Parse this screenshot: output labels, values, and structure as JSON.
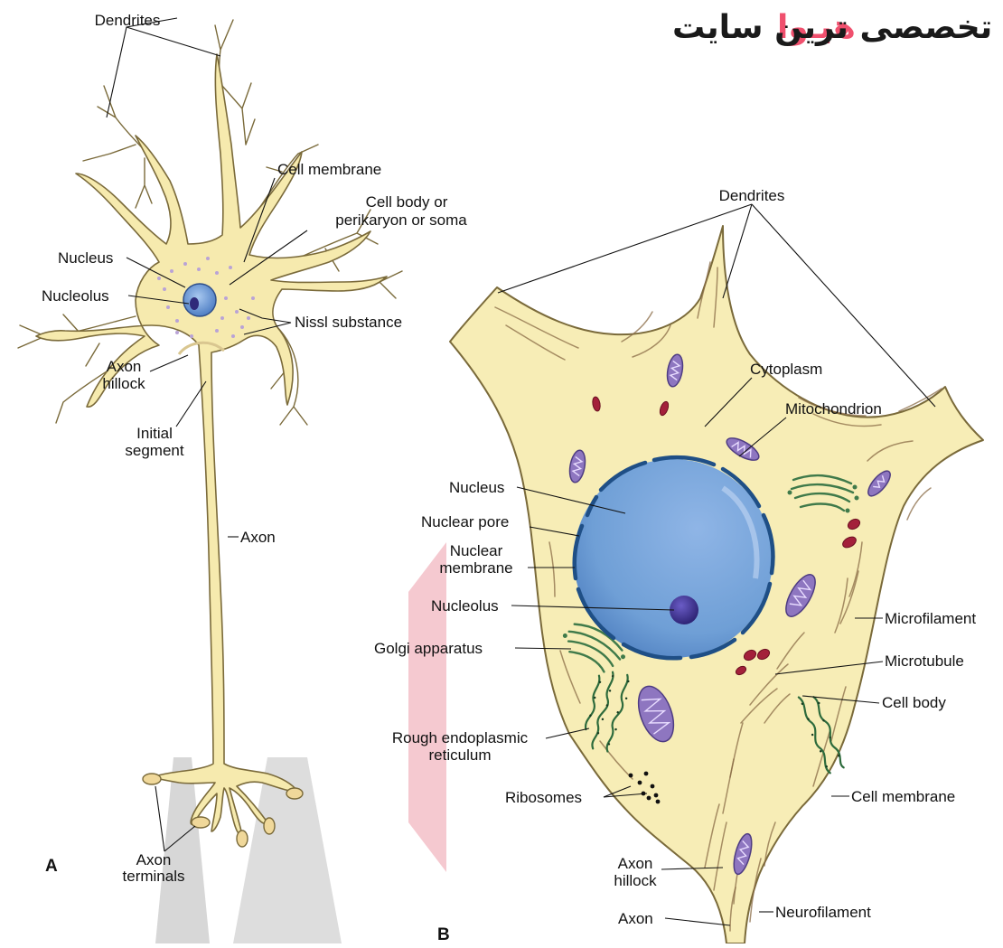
{
  "watermark": {
    "brand_word": "هیـوا",
    "tagline": "تخصصی ترین سایت",
    "brand_color": "#f0506e"
  },
  "panel_a": {
    "letter": "A",
    "labels": {
      "dendrites": "Dendrites",
      "cell_membrane": "Cell membrane",
      "cell_body_line1": "Cell body or",
      "cell_body_line2": "perikaryon or soma",
      "nucleus": "Nucleus",
      "nucleolus": "Nucleolus",
      "nissl": "Nissl substance",
      "axon_hillock_line1": "Axon",
      "axon_hillock_line2": "hillock",
      "initial_segment_line1": "Initial",
      "initial_segment_line2": "segment",
      "axon": "Axon",
      "axon_terminals_line1": "Axon",
      "axon_terminals_line2": "terminals"
    }
  },
  "panel_b": {
    "letter": "B",
    "labels": {
      "dendrites": "Dendrites",
      "cytoplasm": "Cytoplasm",
      "mitochondrion": "Mitochondrion",
      "nucleus": "Nucleus",
      "nuclear_pore": "Nuclear pore",
      "nuclear_membrane_line1": "Nuclear",
      "nuclear_membrane_line2": "membrane",
      "nucleolus": "Nucleolus",
      "golgi": "Golgi apparatus",
      "rer_line1": "Rough endoplasmic",
      "rer_line2": "reticulum",
      "ribosomes": "Ribosomes",
      "microfilament": "Microfilament",
      "microtubule": "Microtubule",
      "cell_body": "Cell body",
      "cell_membrane": "Cell membrane",
      "axon_hillock_line1": "Axon",
      "axon_hillock_line2": "hillock",
      "neurofilament": "Neurofilament",
      "axon": "Axon"
    }
  },
  "colors": {
    "cytoplasm": "#f7edb6",
    "membrane": "#7a6a3a",
    "nucleus": "#6f9fd6",
    "nucleolus": "#3a2f8a",
    "mitochondria": "#8e76c0",
    "rough_er": "#2d6b3c",
    "nissl": "#b9a3d6"
  }
}
